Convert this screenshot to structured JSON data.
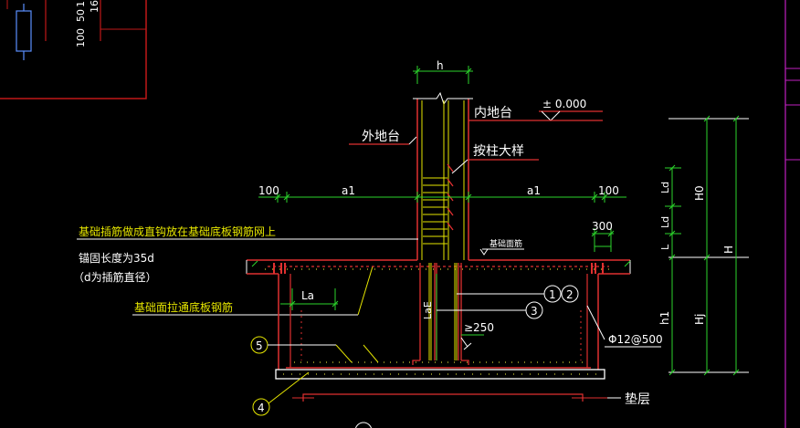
{
  "colors": {
    "background": "#000000",
    "annotation": "#ffffff",
    "dimension": "#2bd52b",
    "structure": "#e03030",
    "rebar": "#e6e600",
    "frame": "#c01818",
    "grid_border": "#c020c0"
  },
  "labels": {
    "h": "h",
    "zero_elev": "± 0.000",
    "inner_floor": "内地台",
    "outer_floor": "外地台",
    "per_column": "按柱大样",
    "a1_left": "a1",
    "a1_right": "a1",
    "d100_left": "100",
    "d100_right": "100",
    "d300": "300",
    "foundation_surface": "基础面筋",
    "note1": "基础插筋做成直钩放在基础底板钢筋网上",
    "note2": "锚固长度为35d",
    "note3": "（d为插筋直径）",
    "la": "La",
    "lae": "LaE",
    "note4": "基础面拉通底板钢筋",
    "ge250": "≥250",
    "phi12": "Φ12@500",
    "cushion": "垫层",
    "c1": "1",
    "c2": "2",
    "c3": "3",
    "c4": "4",
    "c5": "5",
    "dim_ld1": "Ld",
    "dim_ld2": "Ld",
    "dim_l": "L",
    "dim_h0": "H0",
    "dim_h": "H",
    "dim_h1": "h1",
    "dim_hj": "Hj",
    "legend_100": "100",
    "legend_50": "50",
    "legend_1x": "1",
    "legend_16": "16"
  }
}
